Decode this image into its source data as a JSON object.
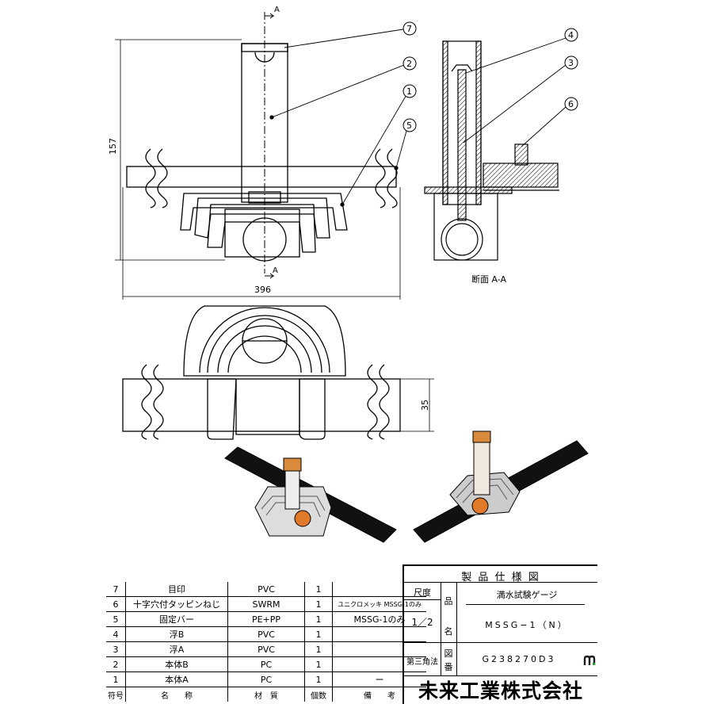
{
  "dimensions": {
    "height": "157",
    "width": "396",
    "depth": "35"
  },
  "section": {
    "marker": "A",
    "caption": "断面 A-A"
  },
  "callouts": [
    "1",
    "2",
    "3",
    "4",
    "5",
    "6",
    "7"
  ],
  "parts": [
    {
      "no": "7",
      "name": "目印",
      "material": "PVC",
      "qty": "1",
      "remarks": ""
    },
    {
      "no": "6",
      "name": "十字穴付タッピンねじ",
      "material": "SWRM",
      "qty": "1",
      "remarks": "ユニクロメッキ MSSG-1のみ"
    },
    {
      "no": "5",
      "name": "固定バー",
      "material": "PE+PP",
      "qty": "1",
      "remarks": "MSSG-1のみ"
    },
    {
      "no": "4",
      "name": "浮B",
      "material": "PVC",
      "qty": "1",
      "remarks": ""
    },
    {
      "no": "3",
      "name": "浮A",
      "material": "PVC",
      "qty": "1",
      "remarks": ""
    },
    {
      "no": "2",
      "name": "本体B",
      "material": "PC",
      "qty": "1",
      "remarks": ""
    },
    {
      "no": "1",
      "name": "本体A",
      "material": "PC",
      "qty": "1",
      "remarks": "ー"
    }
  ],
  "table_header": {
    "no": "符号",
    "name": "名　　称",
    "material": "材　質",
    "qty": "個数",
    "remarks": "備　　考"
  },
  "title_block": {
    "heading": "製 品 仕 様 図",
    "scale_label": "尺度",
    "scale_value": "1／2",
    "name_label_1": "品",
    "name_label_2": "名",
    "product_name": "満水試験ゲージ",
    "product_code": "MSSG−1（N）",
    "projection": "第三角法",
    "drawing_no_label_1": "図",
    "drawing_no_label_2": "番",
    "drawing_no": "G238270D3",
    "company": "未来工業株式会社",
    "logo_icon": "mirai-logo-icon"
  }
}
